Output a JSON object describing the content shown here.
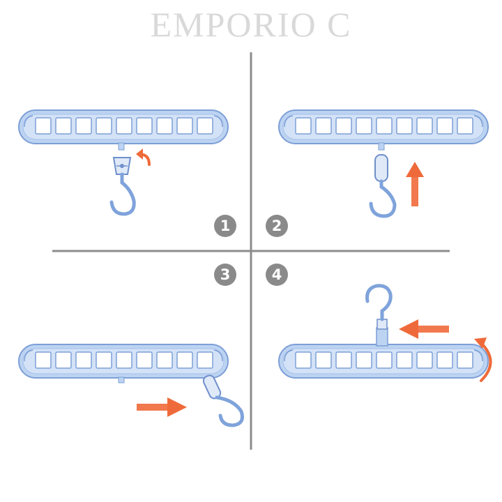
{
  "brand": {
    "name": "EMPORIO C"
  },
  "steps": [
    {
      "number": "1"
    },
    {
      "number": "2"
    },
    {
      "number": "3"
    },
    {
      "number": "4"
    }
  ],
  "colors": {
    "hanger_fill": "#bcd3f2",
    "hanger_stroke": "#7d9fd6",
    "hook": "#7fa3db",
    "arrow": "#ef6a3a",
    "divider": "#8c8c8c",
    "step_badge": "#8a8a8a",
    "brand_text": "#d9d9d9"
  }
}
